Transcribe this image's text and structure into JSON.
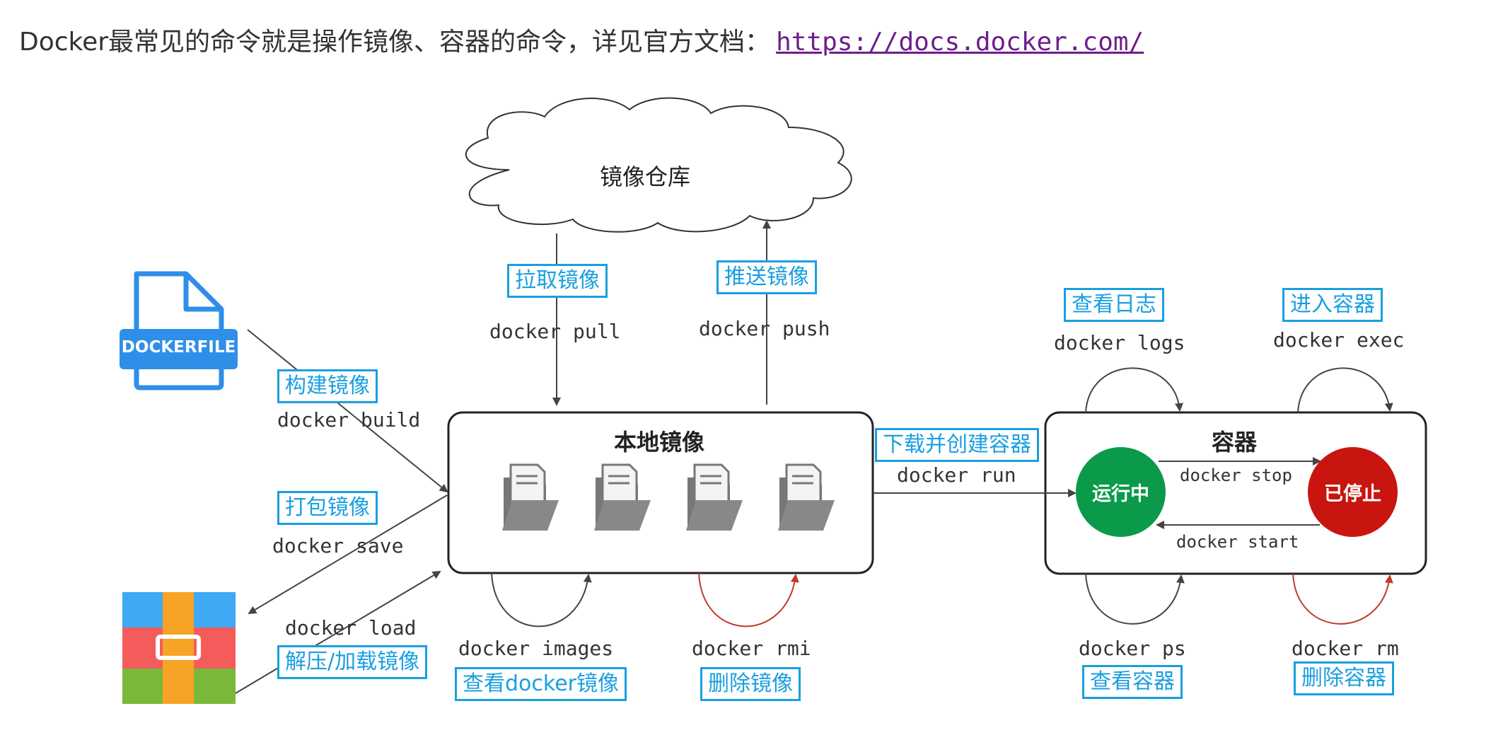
{
  "intro": {
    "text": "Docker最常见的命令就是操作镜像、容器的命令，详见官方文档：",
    "link": "https://docs.docker.com/"
  },
  "nodes": {
    "registry": "镜像仓库",
    "local_images": "本地镜像",
    "containers": "容器",
    "dockerfile": "DOCKERFILE",
    "running": "运行中",
    "stopped": "已停止"
  },
  "commands": {
    "pull": "docker pull",
    "push": "docker push",
    "build": "docker build",
    "save": "docker save",
    "load": "docker load",
    "images": "docker images",
    "rmi": "docker rmi",
    "run": "docker run",
    "logs": "docker logs",
    "exec": "docker exec",
    "stop": "docker stop",
    "start": "docker start",
    "ps": "docker ps",
    "rm": "docker rm"
  },
  "labels": {
    "pull": "拉取镜像",
    "push": "推送镜像",
    "build": "构建镜像",
    "save": "打包镜像",
    "load": "解压/加载镜像",
    "images": "查看docker镜像",
    "rmi": "删除镜像",
    "run": "下载并创建容器",
    "logs": "查看日志",
    "exec": "进入容器",
    "ps": "查看容器",
    "rm": "删除容器"
  },
  "colors": {
    "label_border": "#1a9fe0",
    "running": "#0a9a4a",
    "stopped": "#c8150f",
    "dockerfile_icon": "#2f8fe8",
    "delete_arrow": "#c0392b"
  }
}
